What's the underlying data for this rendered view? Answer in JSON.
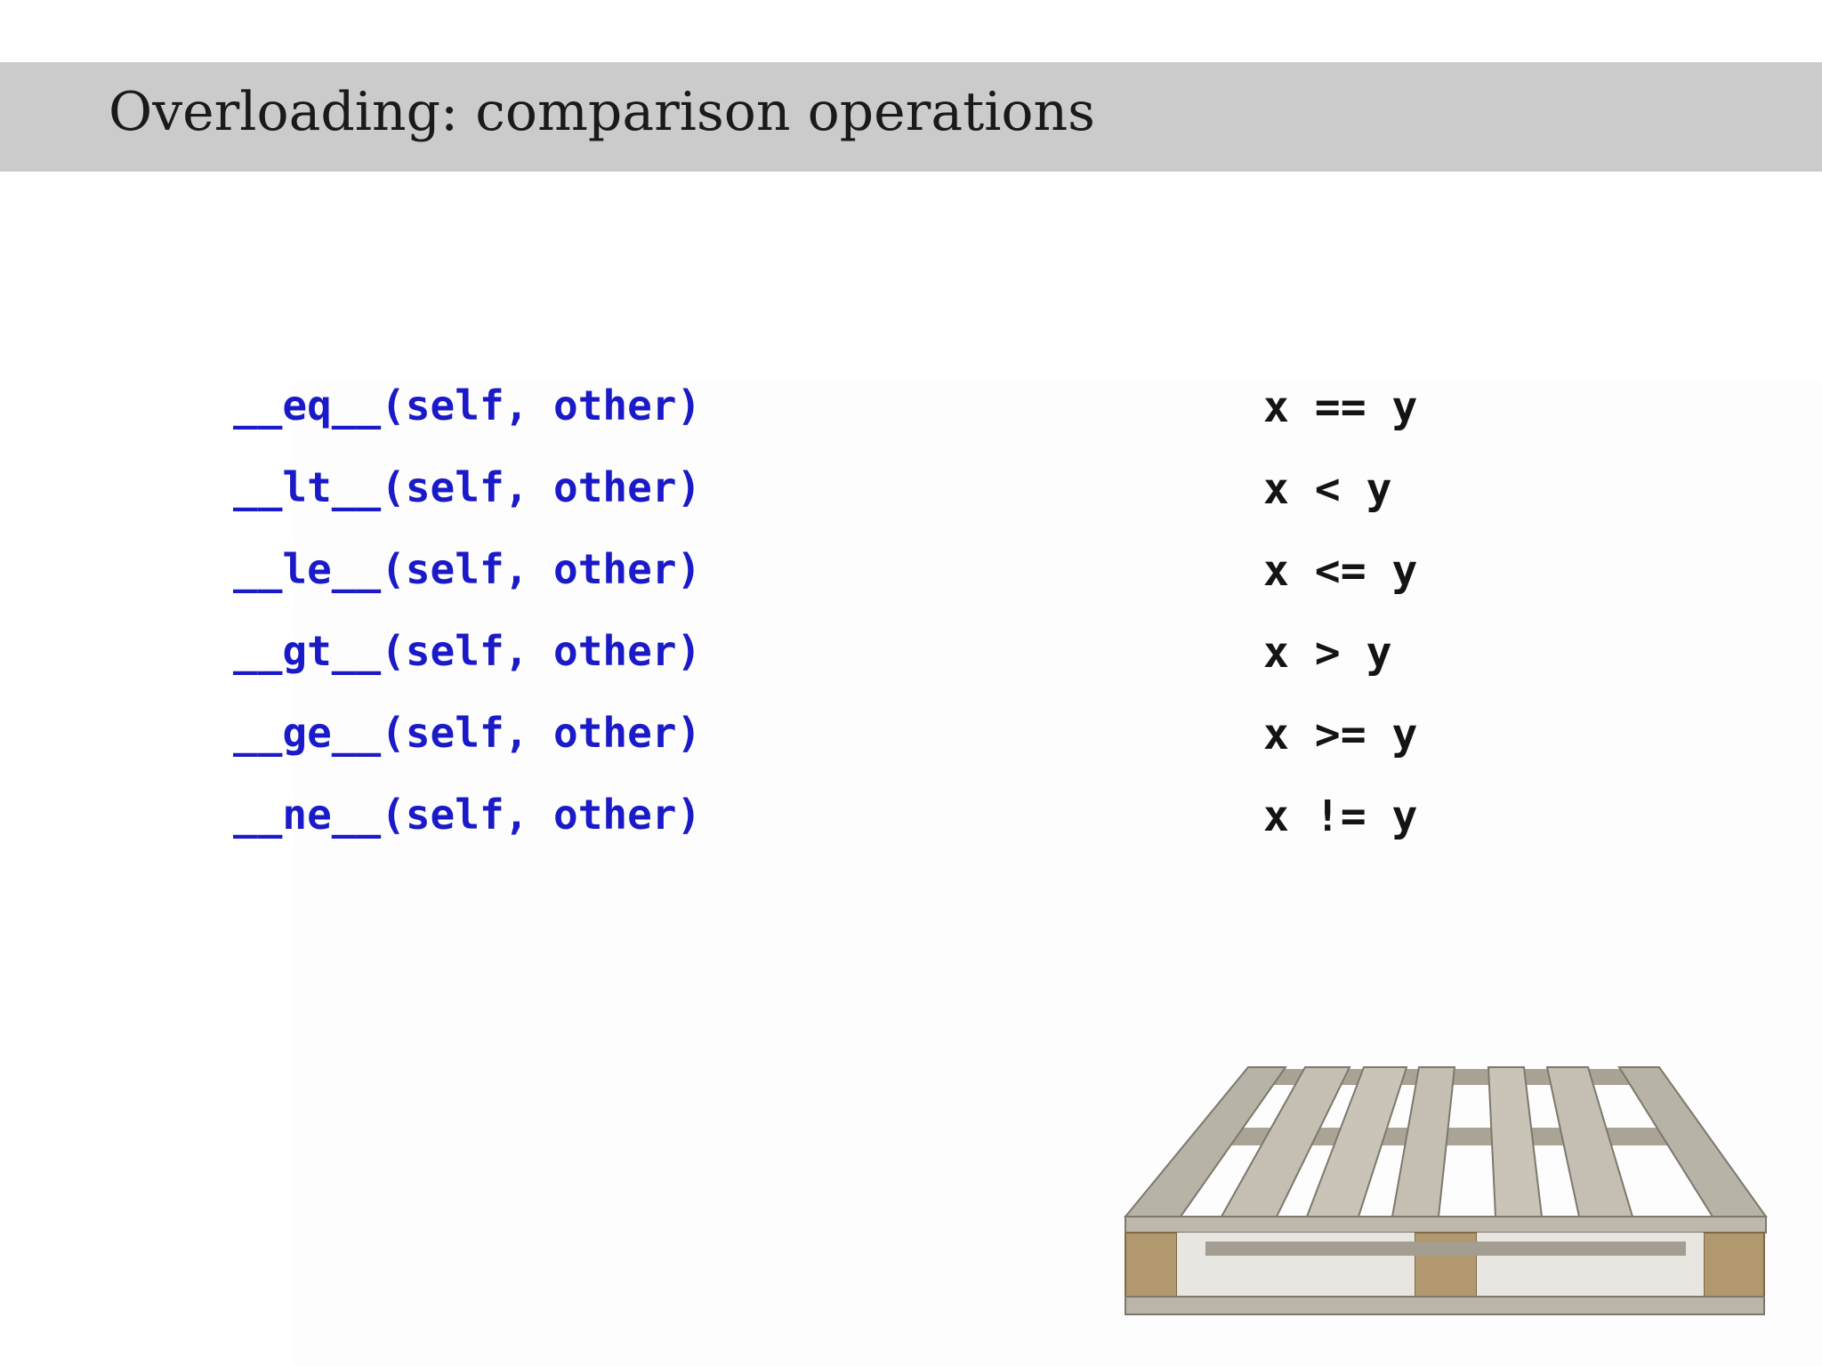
{
  "slide": {
    "title": "Overloading: comparison operations"
  },
  "rows": [
    {
      "method": "__eq__(self, other)",
      "expression": "x == y"
    },
    {
      "method": "__lt__(self, other)",
      "expression": "x < y"
    },
    {
      "method": "__le__(self, other)",
      "expression": "x <= y"
    },
    {
      "method": "__gt__(self, other)",
      "expression": "x > y"
    },
    {
      "method": "__ge__(self, other)",
      "expression": "x >= y"
    },
    {
      "method": "__ne__(self, other)",
      "expression": "x != y"
    }
  ],
  "colors": {
    "title_bar": "#cbcbcb",
    "method_text": "#1a1ac8",
    "expression_text": "#141414"
  },
  "illustration": {
    "icon": "wooden-pallet"
  }
}
